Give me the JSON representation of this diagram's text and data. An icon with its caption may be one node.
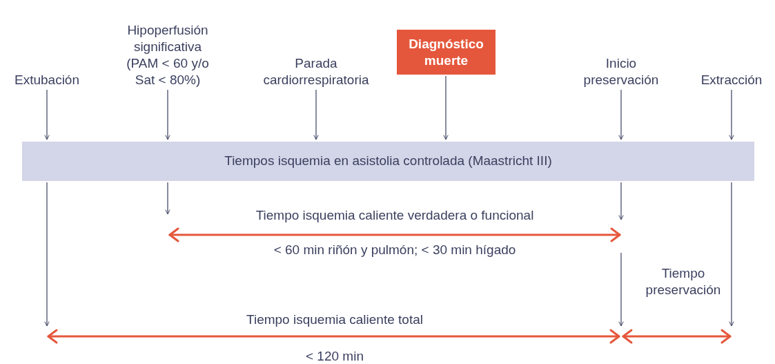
{
  "diagram": {
    "nodes": [
      {
        "text": [
          "Extubación"
        ]
      },
      {
        "text": [
          "Hipoperfusión significativa (PAM < 60 y/o Sat < 80%)"
        ]
      },
      {
        "text": [
          "Parada cardiorrespiratoria"
        ]
      },
      {
        "text": [
          "Diagnóstico muerte"
        ]
      },
      {
        "text": [
          "Inicio preservación"
        ]
      },
      {
        "text": [
          "Extracción"
        ]
      },
      {
        "text": [
          "Tiempos isquemia en asistolia controlada (Maastricht III)"
        ]
      }
    ],
    "edges": [
      {
        "from": 0,
        "to": 6,
        "arrow": "to"
      },
      {
        "from": 1,
        "to": 6,
        "arrow": "to"
      },
      {
        "from": 2,
        "to": 6,
        "arrow": "to"
      },
      {
        "from": 3,
        "to": 6,
        "arrow": "to"
      },
      {
        "from": 4,
        "to": 6,
        "arrow": "to"
      },
      {
        "from": 5,
        "to": 6,
        "arrow": "to"
      },
      {
        "from": 6,
        "to": null,
        "arrow": "to"
      },
      {
        "from": 6,
        "to": null,
        "arrow": "to"
      },
      {
        "from": 6,
        "to": null,
        "arrow": "to"
      },
      {
        "from": 6,
        "to": null,
        "arrow": "to"
      }
    ],
    "labels": [
      "Tiempo isquemia caliente verdadera o funcional",
      "< 60 min riñón y pulmón; < 30 min hígado",
      "Tiempo preservación",
      "Tiempo isquemia caliente total",
      "< 120 min"
    ]
  }
}
